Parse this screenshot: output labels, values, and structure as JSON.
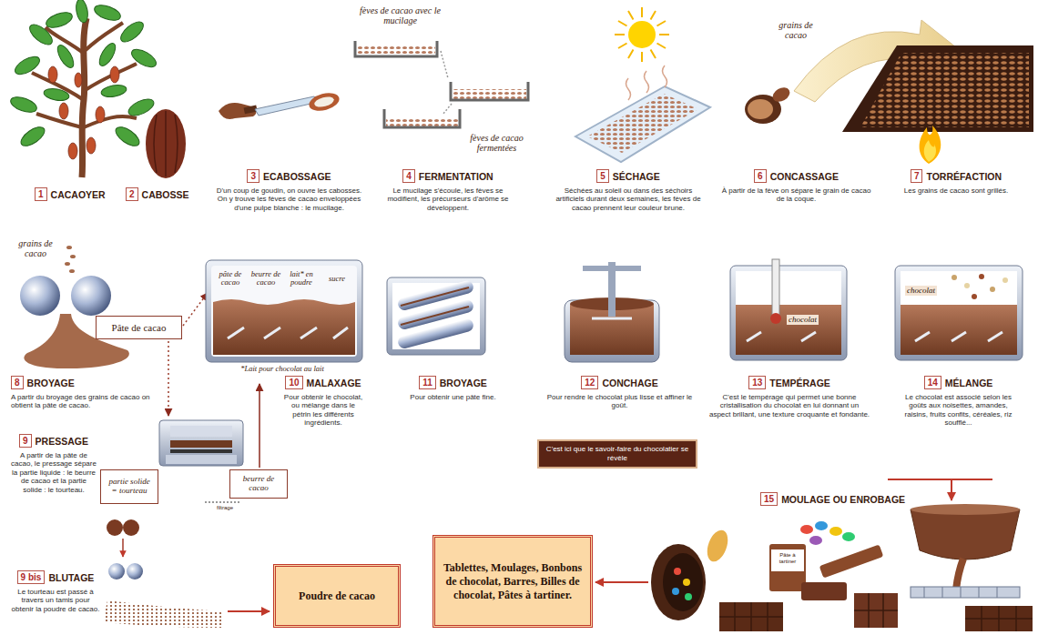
{
  "diagram": {
    "nodes": [
      {
        "text": [
          "1",
          "CACAOYER"
        ]
      },
      {
        "text": [
          "2",
          "CABOSSE"
        ]
      },
      {
        "text": [
          "3",
          "ECABOSSAGE",
          "D'un coup de goudin, on ouvre les cabosses. On y trouve les fèves de cacao enveloppées d'une pulpe blanche : le mucilage."
        ]
      },
      {
        "text": [
          "4",
          "FERMENTATION",
          "Le mucilage s'écoule, les fèves se modifient, les précurseurs d'arôme se développent."
        ]
      },
      {
        "text": [
          "5",
          "SÉCHAGE",
          "Séchées au soleil ou dans des séchoirs artificiels durant deux semaines, les fèves de cacao prennent leur couleur brune."
        ]
      },
      {
        "text": [
          "6",
          "CONCASSAGE",
          "À partir de la fève on sépare le grain de cacao de la coque."
        ]
      },
      {
        "text": [
          "7",
          "TORRÉFACTION",
          "Les grains de cacao sont grillés."
        ]
      },
      {
        "text": [
          "Pâte de cacao"
        ]
      },
      {
        "text": [
          "8",
          "BROYAGE",
          "A partir du broyage des grains de cacao on obtient la pâte de cacao."
        ]
      },
      {
        "text": [
          "10",
          "MALAXAGE",
          "Pour obtenir le chocolat, ou mélange dans le pétrin les différents ingrédients."
        ]
      },
      {
        "text": [
          "11",
          "BROYAGE",
          "Pour obtenir une pâte fine."
        ]
      },
      {
        "text": [
          "12",
          "CONCHAGE",
          "Pour rendre le chocolat plus lisse et affiner le goût."
        ]
      },
      {
        "text": [
          "13",
          "TEMPÉRAGE",
          "C'est le tempérage qui permet une bonne cristallisation du chocolat en lui donnant un aspect brillant, une texture croquante et fondante."
        ]
      },
      {
        "text": [
          "14",
          "MÉLANGE",
          "Le chocolat est associé selon les goûts aux noisettes, amandes, raisins, fruits confits, céréales, riz soufflé..."
        ]
      },
      {
        "text": [
          "9",
          "PRESSAGE",
          "A partir de la pâte de cacao, le pressage sépare la partie liquide : le beurre de cacao et la partie solide : le tourteau."
        ]
      },
      {
        "text": [
          "partie solide = tourteau"
        ]
      },
      {
        "text": [
          "beurre de cacao"
        ]
      },
      {
        "text": [
          "C'est ici que le savoir-faire du chocolatier se révèle"
        ]
      },
      {
        "text": [
          "15",
          "MOULAGE OU ENROBAGE"
        ]
      },
      {
        "text": [
          "9 bis",
          "BLUTAGE",
          "Le tourteau est passé à travers un tamis pour obtenir la poudre de cacao."
        ]
      },
      {
        "text": [
          "Poudre de cacao"
        ]
      },
      {
        "text": [
          "Tablettes, Moulages, Bonbons de chocolat, Barres, Billes de chocolat, Pâtes à tartiner."
        ]
      }
    ],
    "labels": [
      "fèves de cacao avec le mucilage",
      "fèves de cacao fermentées",
      "grains de cacao",
      "grains de cacao",
      "pâte de cacao",
      "beurre de cacao",
      "lait* en poudre",
      "sucre",
      "*Lait pour chocolat au lait",
      "chocolat",
      "chocolat",
      "filtrage",
      "Pâte à tartiner"
    ]
  }
}
